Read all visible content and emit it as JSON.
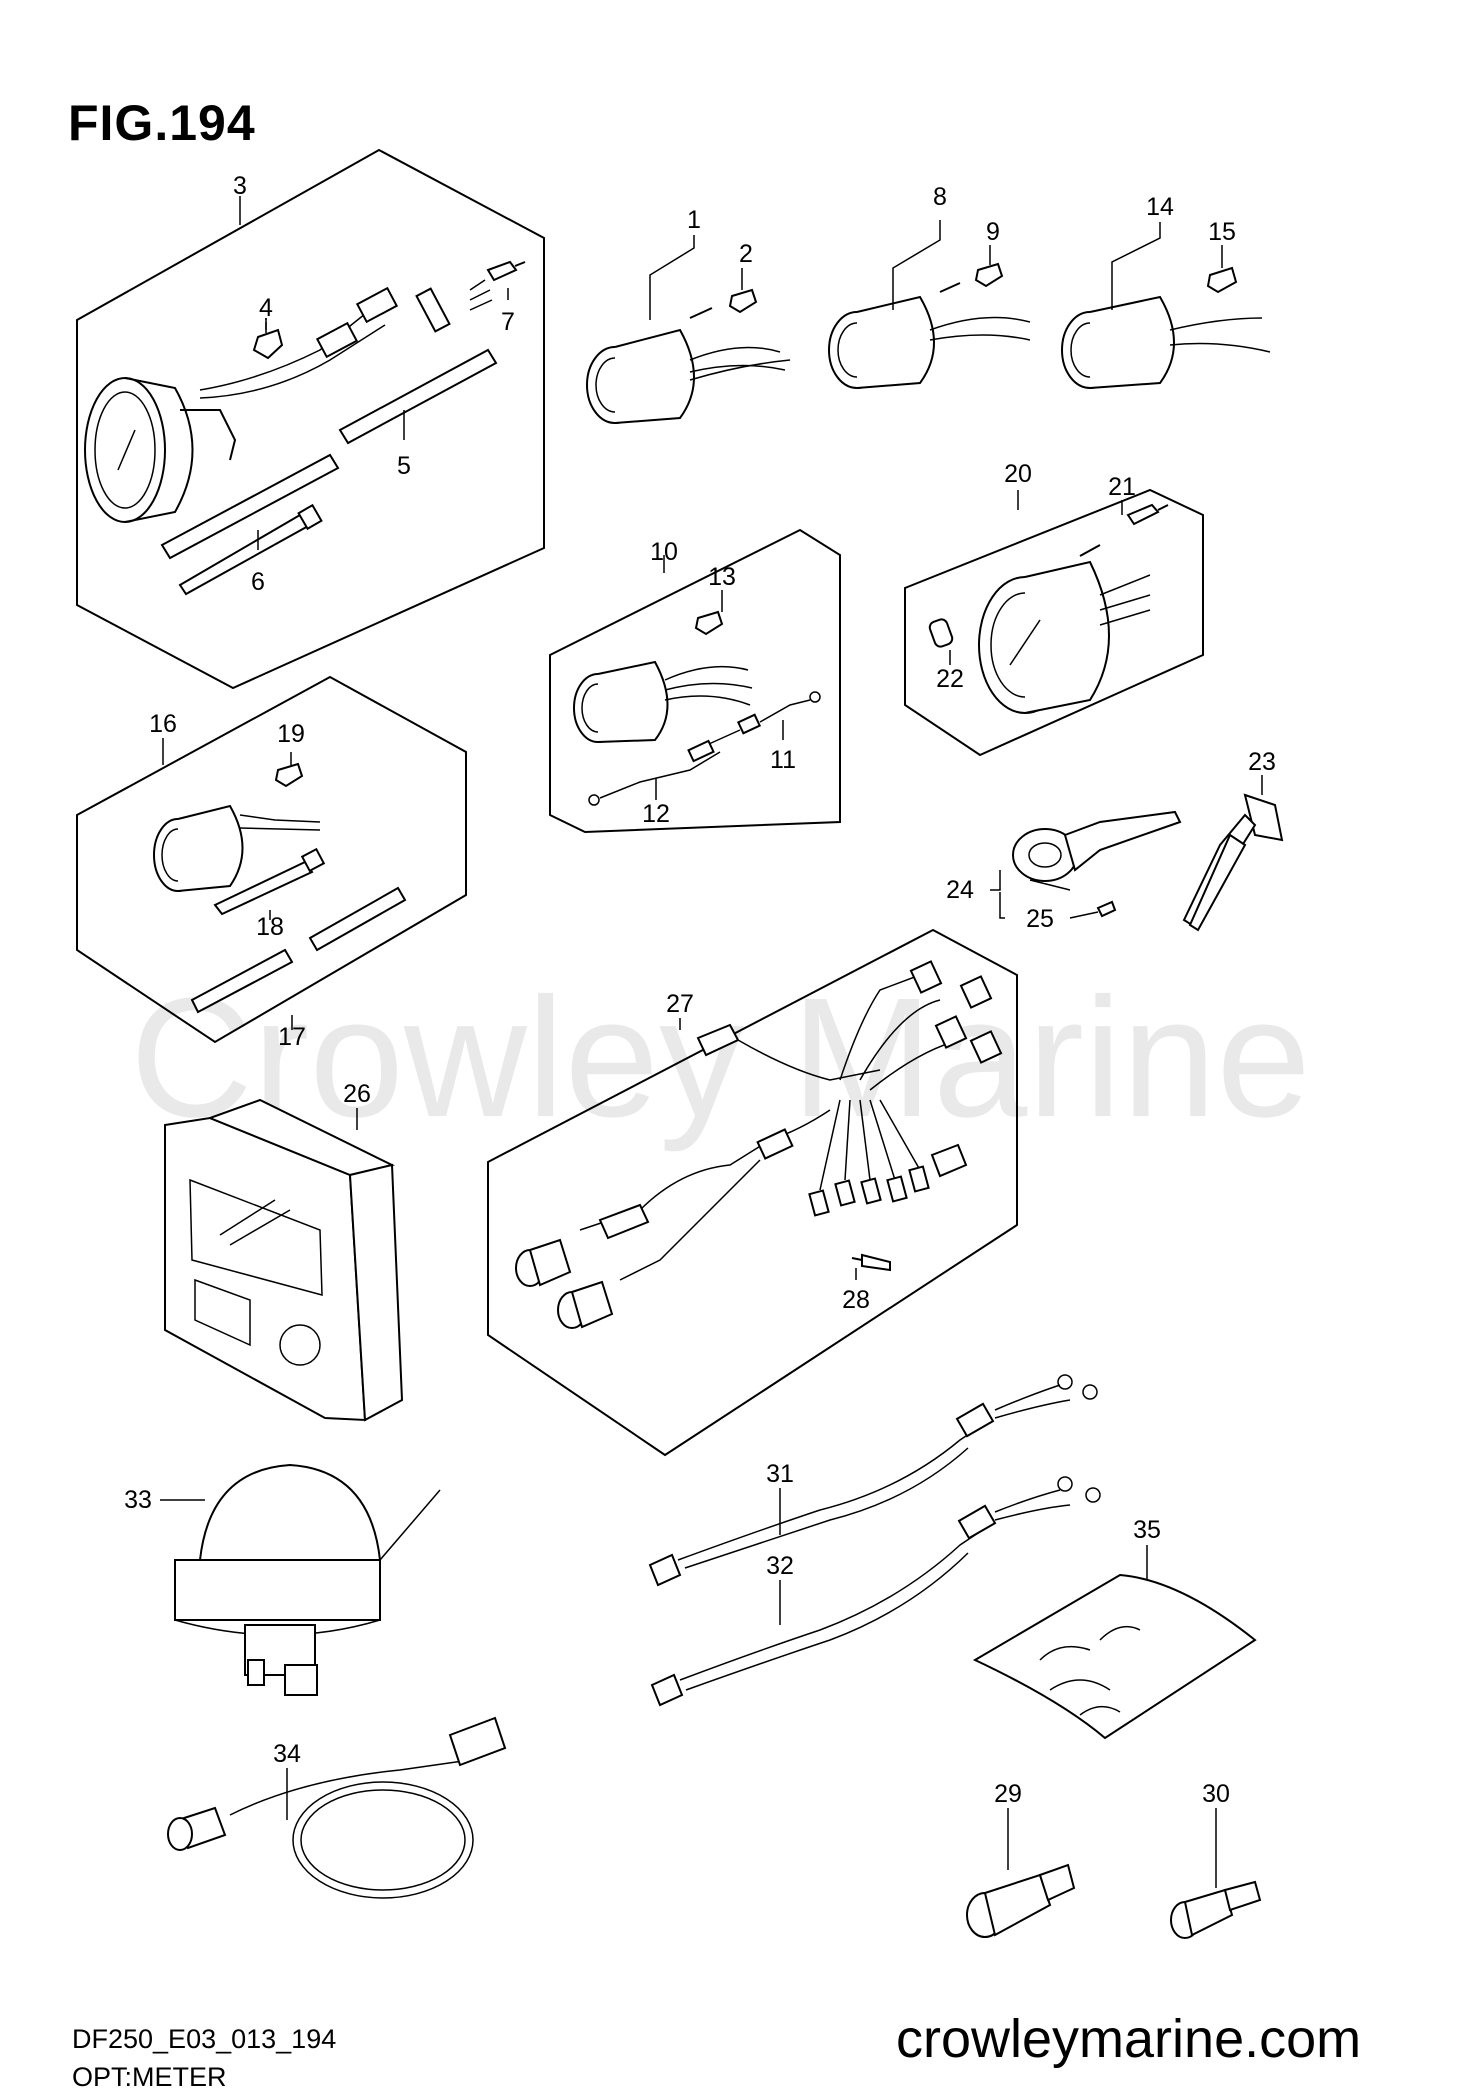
{
  "figure": {
    "title": "FIG.194",
    "code": "DF250_E03_013_194",
    "name": "OPT:METER",
    "website": "crowleymarine.com",
    "watermark": "Crowley Marine"
  },
  "callouts": [
    "1",
    "2",
    "3",
    "4",
    "5",
    "6",
    "7",
    "8",
    "9",
    "10",
    "11",
    "12",
    "13",
    "14",
    "15",
    "16",
    "17",
    "18",
    "19",
    "20",
    "21",
    "22",
    "23",
    "24",
    "25",
    "26",
    "27",
    "28",
    "29",
    "30",
    "31",
    "32",
    "33",
    "34",
    "35"
  ]
}
